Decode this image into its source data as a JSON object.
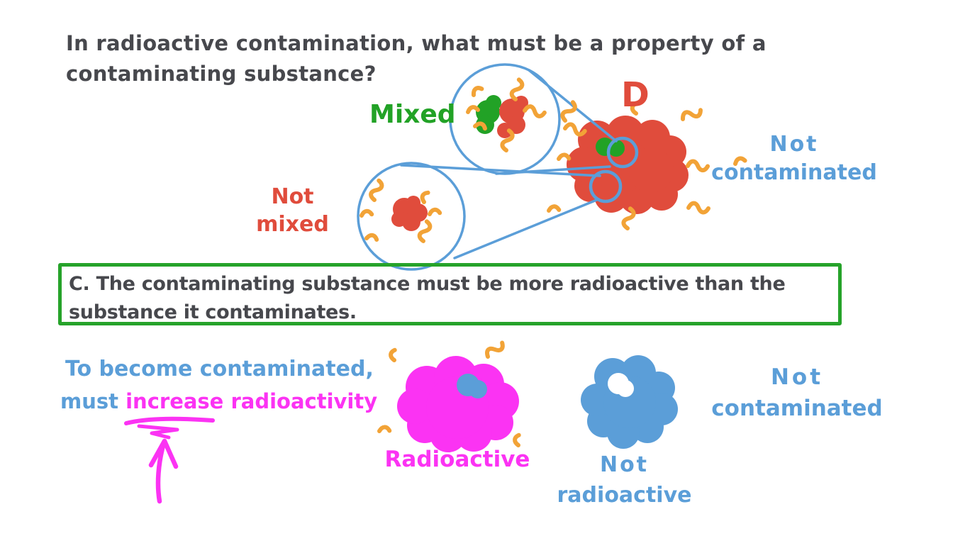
{
  "colors": {
    "ink": "#47484d",
    "blue": "#5b9ed8",
    "red": "#e04c3c",
    "green": "#22a226",
    "orange": "#f2a337",
    "magenta": "#fb33f3",
    "box_border_green": "#26a32a"
  },
  "question": {
    "line1": "In radioactive contamination, what must be a property of a",
    "line2": "contaminating substance?"
  },
  "diagram": {
    "mixed_label": "Mixed",
    "not_mixed_line1": "Not",
    "not_mixed_line2": "mixed",
    "substance_letter": "D",
    "not_contaminated_line1": "Not",
    "not_contaminated_line2": "contaminated"
  },
  "answer_box": {
    "line1": "C. The contaminating substance must be more radioactive than the",
    "line2": "substance it contaminates."
  },
  "bottom": {
    "note_line1": "To become contaminated,",
    "note_must": "must",
    "note_increase": "increase",
    "note_radioactivity": "radioactivity",
    "radioactive_label": "Radioactive",
    "not_radioactive_line1": "Not",
    "not_radioactive_line2": "radioactive",
    "not_contaminated_line1": "Not",
    "not_contaminated_line2": "contaminated"
  }
}
